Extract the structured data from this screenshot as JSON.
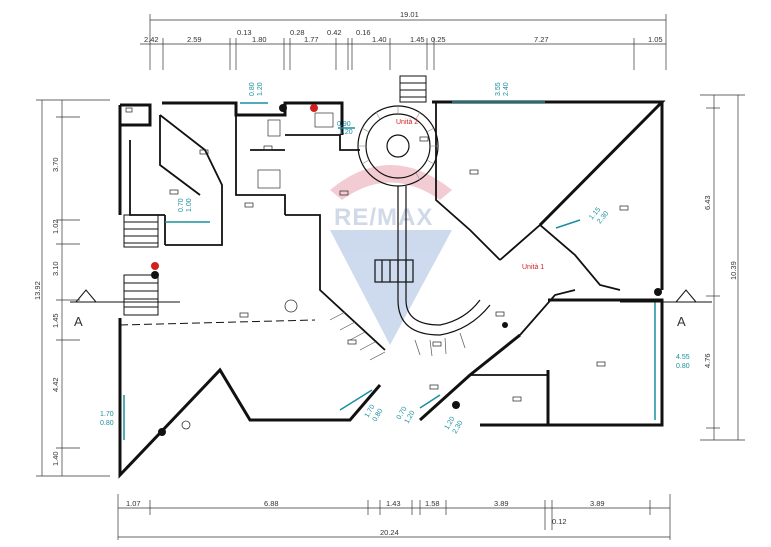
{
  "colors": {
    "wall": "#111111",
    "dimension": "#333333",
    "window": "#1a8fa0",
    "unit_label": "#d02020",
    "watermark_blue": "#9fb3d6",
    "watermark_red": "#e5a8b0"
  },
  "watermark": {
    "brand": "RE/MAX"
  },
  "section_marks": {
    "left": "A",
    "right": "A"
  },
  "units": {
    "unit1": "Unità 1",
    "unit2": "Unità 2"
  },
  "dims_top": {
    "overall": "19.01",
    "d1": "2.42",
    "d2": "2.59",
    "d3": "0.13",
    "d4": "1.80",
    "d5": "0.28",
    "d6": "1.77",
    "d7": "0.42",
    "d8": "0.16",
    "d9": "1.40",
    "d10": "1.45",
    "d11": "0.25",
    "d12": "7.27",
    "d13": "1.05"
  },
  "dims_bottom": {
    "overall": "20.24",
    "d1": "1.07",
    "d2": "6.88",
    "d3": "1.43",
    "d4": "1.58",
    "d5": "3.89",
    "d6": "3.89",
    "d7": "0.12"
  },
  "dims_left": {
    "overall": "13.92",
    "d1": "3.70",
    "d2": "1.02",
    "d3": "3.10",
    "d4": "1.45",
    "d5": "4.42",
    "d6": "1.40"
  },
  "dims_right": {
    "overall": "10.39",
    "d1": "6.43",
    "d2": "4.76"
  },
  "windows": {
    "w1a": "0.80",
    "w1b": "1.20",
    "w2a": "3.55",
    "w2b": "2.40",
    "w3a": "0.90",
    "w3b": "1.20",
    "w4a": "0.70",
    "w4b": "1.00",
    "w5a": "1.15",
    "w5b": "2.30",
    "w6a": "4.55",
    "w6b": "0.80",
    "w7a": "1.70",
    "w7b": "0.80",
    "w8a": "1.70",
    "w8b": "0.80",
    "w9a": "0.70",
    "w9b": "1.20",
    "w10a": "1.20",
    "w10b": "2.30"
  }
}
